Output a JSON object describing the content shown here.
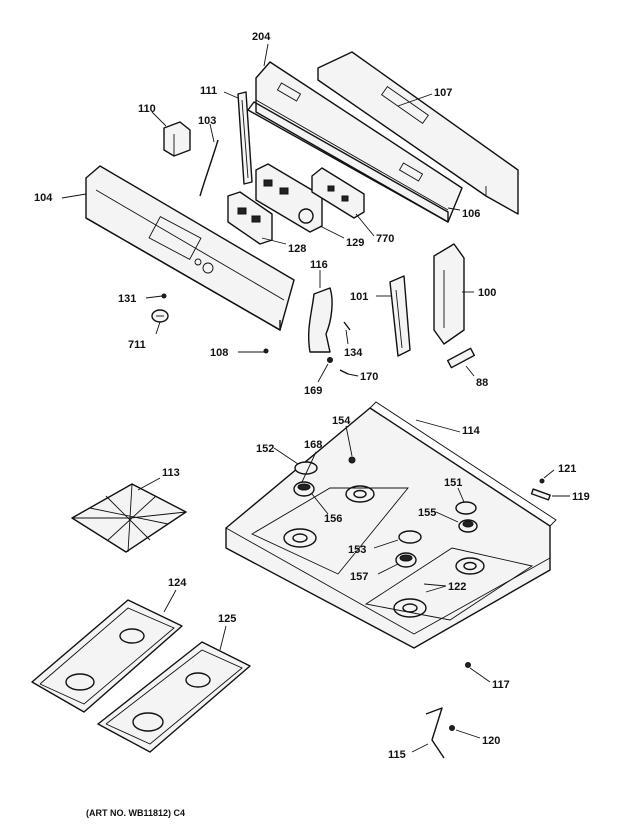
{
  "caption": "(ART NO. WB11812) C4",
  "labels": {
    "l204": "204",
    "l107": "107",
    "l111": "111",
    "l110": "110",
    "l103": "103",
    "l104": "104",
    "l106": "106",
    "l128": "128",
    "l129": "129",
    "l770": "770",
    "l116": "116",
    "l131": "131",
    "l101": "101",
    "l100": "100",
    "l711": "711",
    "l108": "108",
    "l134": "134",
    "l169": "169",
    "l170": "170",
    "l88": "88",
    "l154": "154",
    "l114": "114",
    "l152": "152",
    "l168": "168",
    "l121": "121",
    "l113": "113",
    "l151": "151",
    "l119": "119",
    "l156": "156",
    "l155": "155",
    "l153": "153",
    "l157": "157",
    "l122": "122",
    "l124": "124",
    "l125": "125",
    "l117": "117",
    "l120": "120",
    "l115": "115"
  }
}
